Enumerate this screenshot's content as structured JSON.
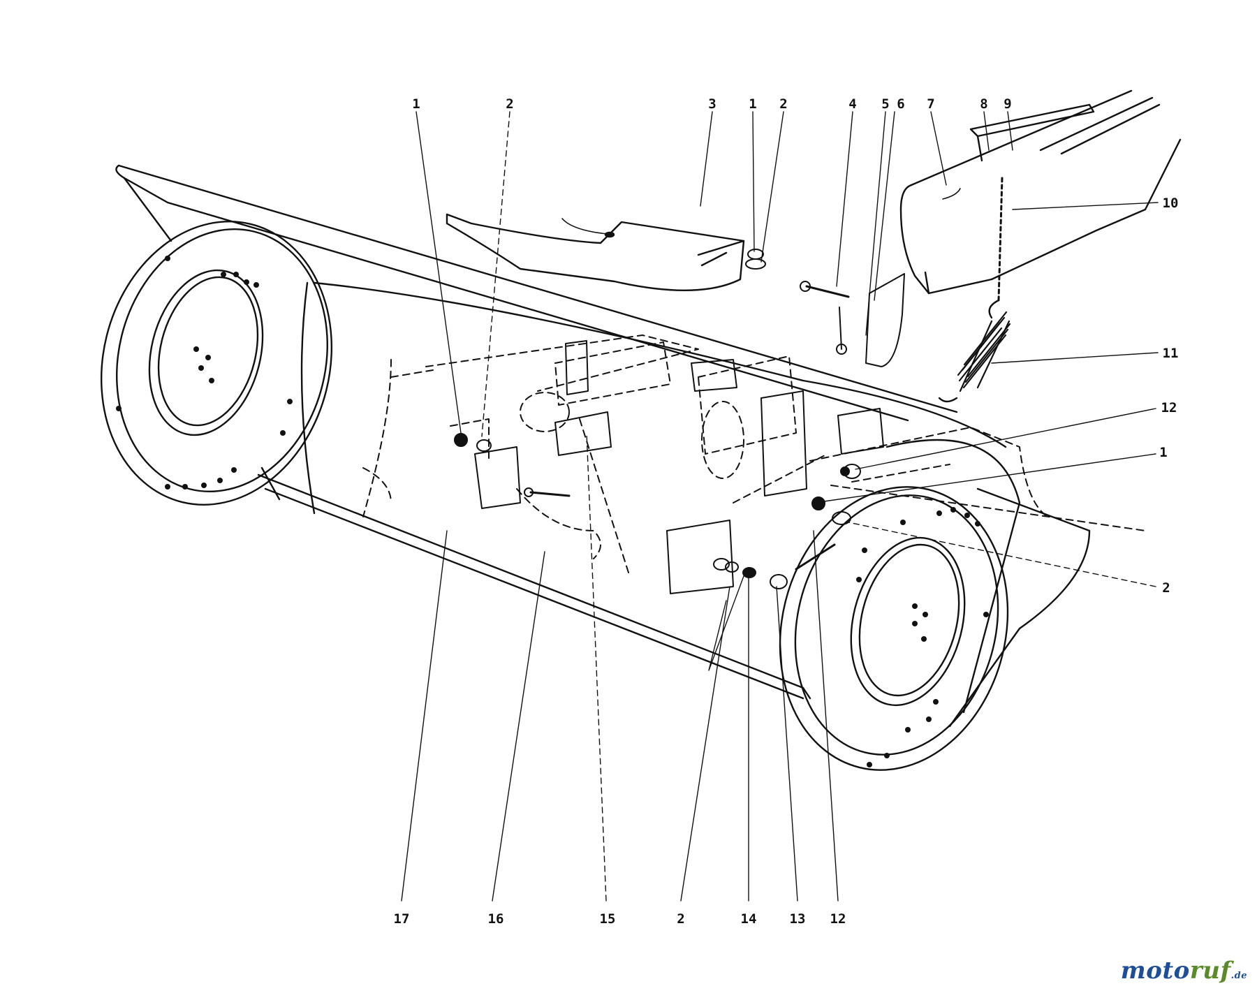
{
  "diagram": {
    "callouts": [
      {
        "id": "c1a",
        "text": "1"
      },
      {
        "id": "c2a",
        "text": "2"
      },
      {
        "id": "c3",
        "text": "3"
      },
      {
        "id": "c1b",
        "text": "1"
      },
      {
        "id": "c2b",
        "text": "2"
      },
      {
        "id": "c4",
        "text": "4"
      },
      {
        "id": "c5",
        "text": "5"
      },
      {
        "id": "c6",
        "text": "6"
      },
      {
        "id": "c7",
        "text": "7"
      },
      {
        "id": "c8",
        "text": "8"
      },
      {
        "id": "c9",
        "text": "9"
      },
      {
        "id": "c10",
        "text": "10"
      },
      {
        "id": "c11",
        "text": "11"
      },
      {
        "id": "c12a",
        "text": "12"
      },
      {
        "id": "c1c",
        "text": "1"
      },
      {
        "id": "c2c",
        "text": "2"
      },
      {
        "id": "c17",
        "text": "17"
      },
      {
        "id": "c16",
        "text": "16"
      },
      {
        "id": "c15",
        "text": "15"
      },
      {
        "id": "c2d",
        "text": "2"
      },
      {
        "id": "c14",
        "text": "14"
      },
      {
        "id": "c13",
        "text": "13"
      },
      {
        "id": "c12b",
        "text": "12"
      }
    ]
  },
  "watermark": {
    "part1": "moto",
    "part2": "ruf",
    "tld": ".de",
    "color_primary": "#1f4e99",
    "color_secondary": "#5a8a2a"
  }
}
